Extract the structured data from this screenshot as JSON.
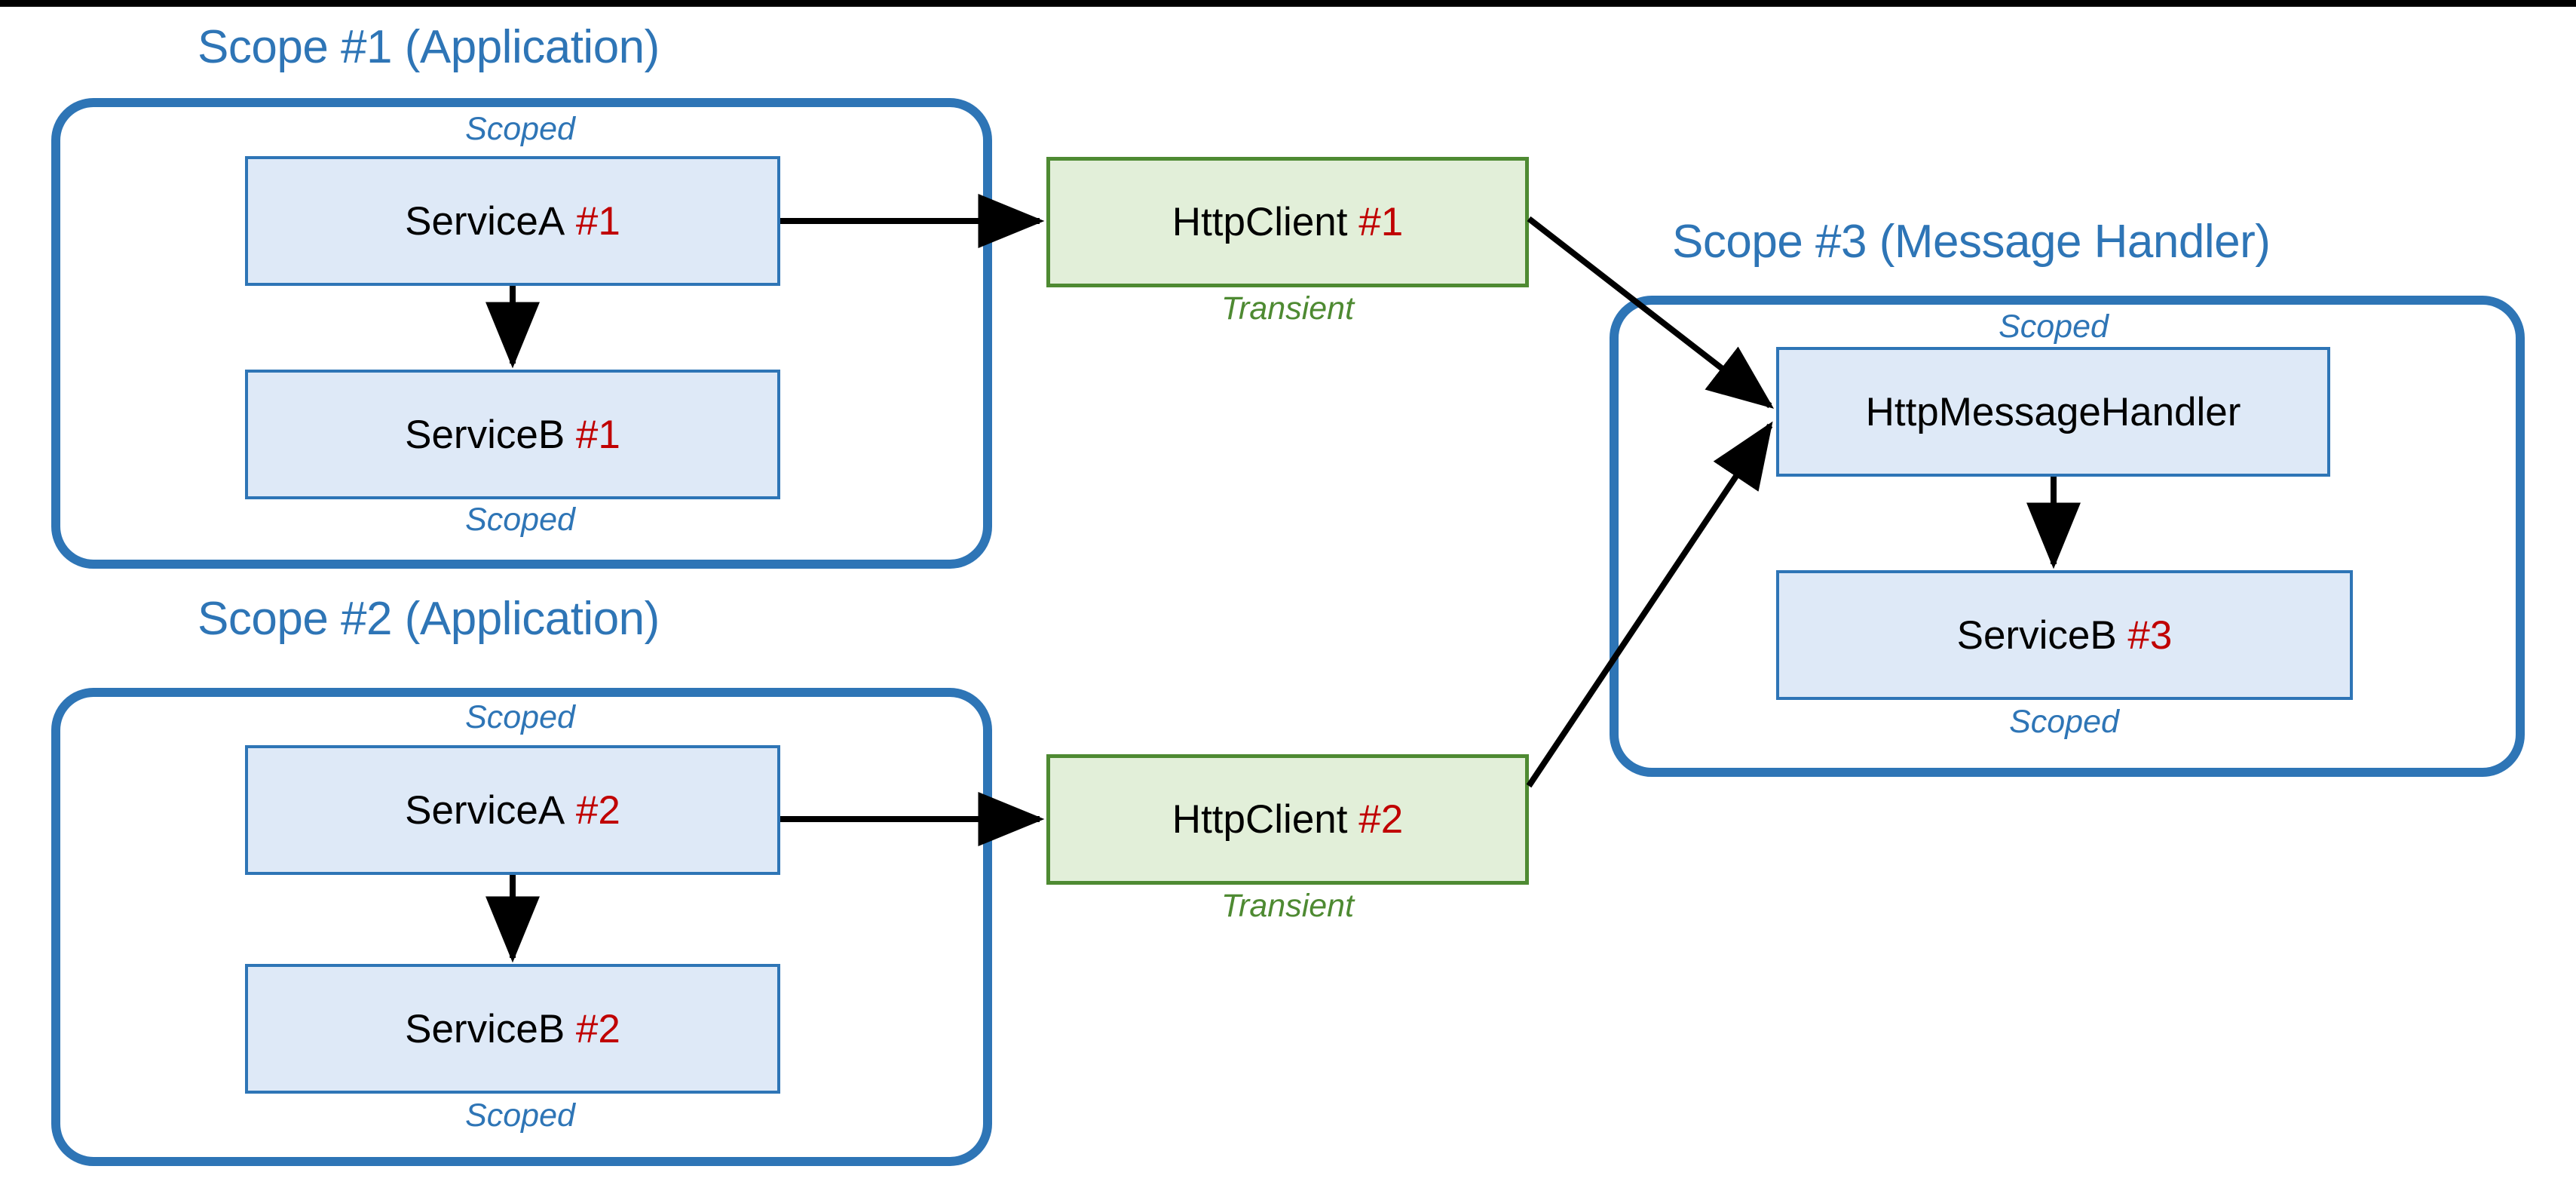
{
  "diagram": {
    "title_color": "#2E75B6",
    "index_color": "#C00000",
    "scoped_color": "#2E75B6",
    "transient_color": "#4E8A32",
    "node_blue_fill": "#DEE9F7",
    "node_blue_border": "#2E75B6",
    "node_green_fill": "#E2EFD9",
    "node_green_border": "#4E8A32",
    "arrow_color": "#000000"
  },
  "scopes": [
    {
      "id": "scope-1",
      "title": "Scope #1 (Application)",
      "top_label": "Scoped",
      "bottom_label": "Scoped",
      "nodes": [
        {
          "name": "ServiceA",
          "index": "#1"
        },
        {
          "name": "ServiceB",
          "index": "#1"
        }
      ]
    },
    {
      "id": "scope-2",
      "title": "Scope #2 (Application)",
      "top_label": "Scoped",
      "bottom_label": "Scoped",
      "nodes": [
        {
          "name": "ServiceA",
          "index": "#2"
        },
        {
          "name": "ServiceB",
          "index": "#2"
        }
      ]
    },
    {
      "id": "scope-3",
      "title": "Scope #3 (Message Handler)",
      "top_label": "Scoped",
      "bottom_label": "Scoped",
      "nodes": [
        {
          "name": "HttpMessageHandler",
          "index": ""
        },
        {
          "name": "ServiceB",
          "index": "#3"
        }
      ]
    }
  ],
  "clients": [
    {
      "id": "httpclient-1",
      "name": "HttpClient",
      "index": "#1",
      "lifetime": "Transient"
    },
    {
      "id": "httpclient-2",
      "name": "HttpClient",
      "index": "#2",
      "lifetime": "Transient"
    }
  ],
  "edges": [
    {
      "from": "ServiceA #1",
      "to": "ServiceB #1"
    },
    {
      "from": "ServiceA #1",
      "to": "HttpClient #1"
    },
    {
      "from": "HttpClient #1",
      "to": "HttpMessageHandler"
    },
    {
      "from": "ServiceA #2",
      "to": "ServiceB #2"
    },
    {
      "from": "ServiceA #2",
      "to": "HttpClient #2"
    },
    {
      "from": "HttpClient #2",
      "to": "HttpMessageHandler"
    },
    {
      "from": "HttpMessageHandler",
      "to": "ServiceB #3"
    }
  ]
}
